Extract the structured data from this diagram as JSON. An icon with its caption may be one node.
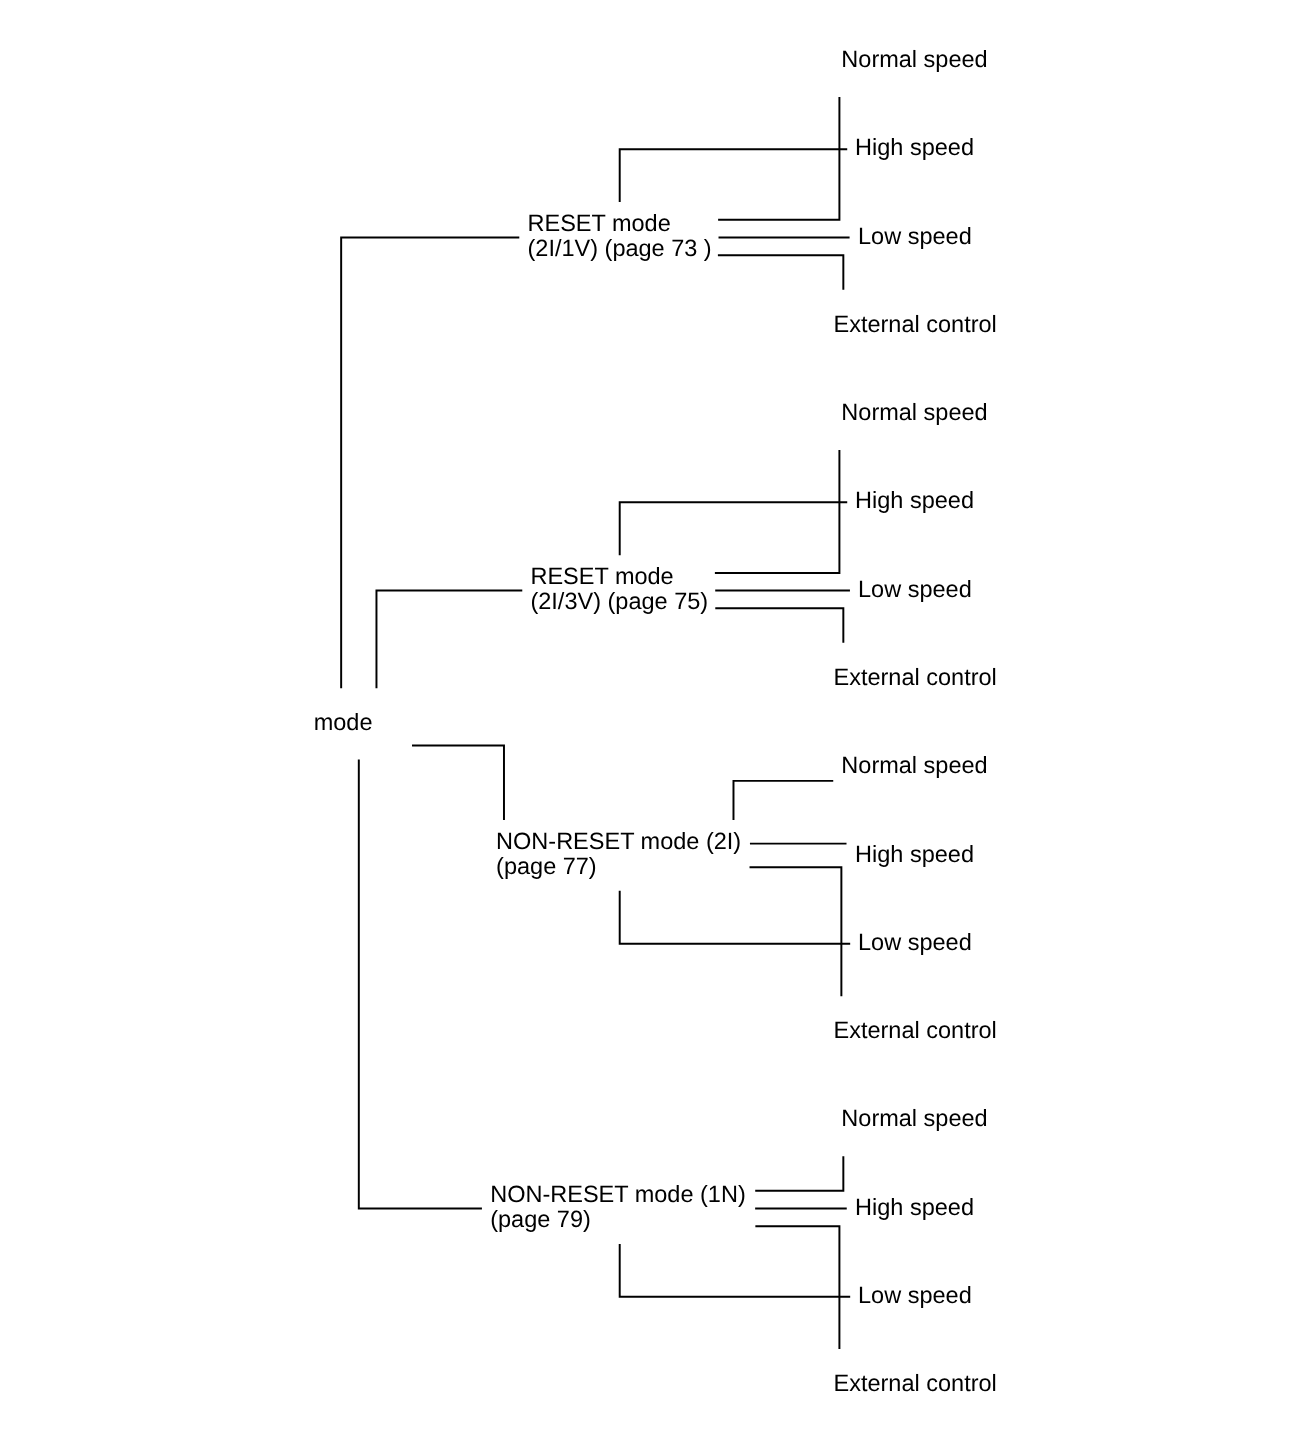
{
  "diagram": {
    "nodes": [
      {
        "text": [
          "mode"
        ]
      },
      {
        "text": [
          "RESET mode",
          "(2I/1V) (page 73 )"
        ]
      },
      {
        "text": [
          "Normal speed"
        ]
      },
      {
        "text": [
          "High speed"
        ]
      },
      {
        "text": [
          "Low speed"
        ]
      },
      {
        "text": [
          "External control"
        ]
      },
      {
        "text": [
          "RESET mode",
          "(2I/3V) (page 75)"
        ]
      },
      {
        "text": [
          "Normal speed"
        ]
      },
      {
        "text": [
          "High speed"
        ]
      },
      {
        "text": [
          "Low speed"
        ]
      },
      {
        "text": [
          "External control"
        ]
      },
      {
        "text": [
          "NON-RESET mode (2I)",
          "(page 77)"
        ]
      },
      {
        "text": [
          "Normal speed"
        ]
      },
      {
        "text": [
          "High speed"
        ]
      },
      {
        "text": [
          "Low speed"
        ]
      },
      {
        "text": [
          "External control"
        ]
      },
      {
        "text": [
          "NON-RESET mode (1N)",
          "(page 79)"
        ]
      },
      {
        "text": [
          "Normal speed"
        ]
      },
      {
        "text": [
          "High speed"
        ]
      },
      {
        "text": [
          "Low speed"
        ]
      },
      {
        "text": [
          "External control"
        ]
      }
    ],
    "edges": [
      {
        "from": 0,
        "to": 1,
        "arrow": "none"
      },
      {
        "from": 0,
        "to": 6,
        "arrow": "none"
      },
      {
        "from": 0,
        "to": 11,
        "arrow": "none"
      },
      {
        "from": 0,
        "to": 16,
        "arrow": "none"
      },
      {
        "from": 1,
        "to": 2,
        "arrow": "none"
      },
      {
        "from": 1,
        "to": 3,
        "arrow": "none"
      },
      {
        "from": 1,
        "to": 4,
        "arrow": "none"
      },
      {
        "from": 1,
        "to": 5,
        "arrow": "none"
      },
      {
        "from": 6,
        "to": 7,
        "arrow": "none"
      },
      {
        "from": 6,
        "to": 8,
        "arrow": "none"
      },
      {
        "from": 6,
        "to": 9,
        "arrow": "none"
      },
      {
        "from": 6,
        "to": 10,
        "arrow": "none"
      },
      {
        "from": 11,
        "to": 12,
        "arrow": "none"
      },
      {
        "from": 11,
        "to": 13,
        "arrow": "none"
      },
      {
        "from": 11,
        "to": 14,
        "arrow": "none"
      },
      {
        "from": 11,
        "to": 15,
        "arrow": "none"
      },
      {
        "from": 16,
        "to": 17,
        "arrow": "none"
      },
      {
        "from": 16,
        "to": 18,
        "arrow": "none"
      },
      {
        "from": 16,
        "to": 19,
        "arrow": "none"
      },
      {
        "from": 16,
        "to": 20,
        "arrow": "none"
      }
    ]
  }
}
